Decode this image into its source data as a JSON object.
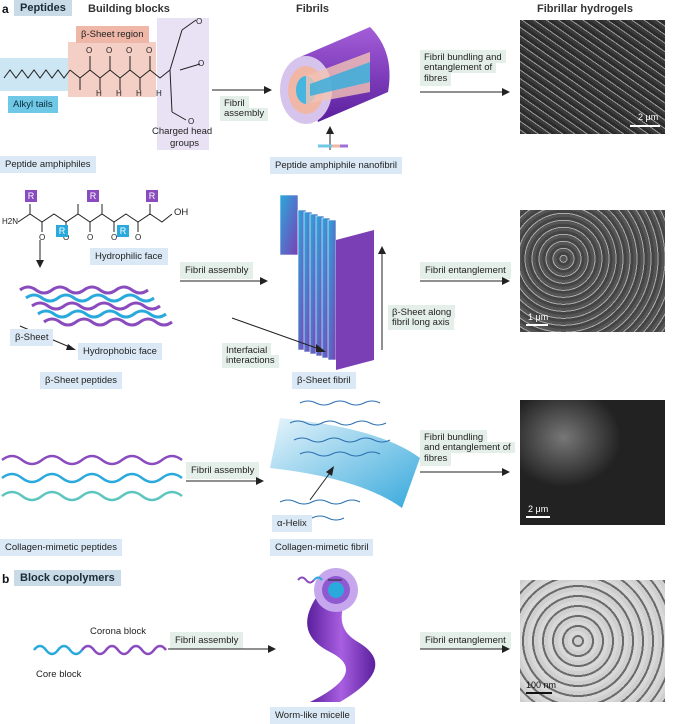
{
  "panels": {
    "a": "a",
    "b": "b"
  },
  "sections": {
    "peptides": "Peptides",
    "block_copolymers": "Block copolymers"
  },
  "headers": {
    "building_blocks": "Building blocks",
    "fibrils": "Fibrils",
    "hydrogels": "Fibrillar hydrogels"
  },
  "row1": {
    "beta_sheet_region": "β-Sheet region",
    "alkyl_tails": "Alkyl tails",
    "charged_head_line1": "Charged head",
    "charged_head_line2": "groups",
    "fibril_assembly_line1": "Fibril",
    "fibril_assembly_line2": "assembly",
    "bundling_line1": "Fibril bundling and",
    "bundling_line2": "entanglement of",
    "bundling_line3": "fibres",
    "name": "Peptide amphiphiles",
    "fibril_name": "Peptide amphiphile nanofibril",
    "scale": "2 μm"
  },
  "row2": {
    "hydrophilic": "Hydrophilic face",
    "hydrophobic": "Hydrophobic face",
    "beta_sheet": "β-Sheet",
    "fibril_assembly": "Fibril assembly",
    "interfacial_line1": "Interfacial",
    "interfacial_line2": "interactions",
    "axis_line1": "β-Sheet along",
    "axis_line2": "fibril long axis",
    "entanglement": "Fibril entanglement",
    "name": "β-Sheet peptides",
    "fibril_name": "β-Sheet fibril",
    "scale": "1 μm",
    "residue_R": "R",
    "oh": "OH",
    "h2n": "H2N"
  },
  "row3": {
    "fibril_assembly": "Fibril assembly",
    "alpha_helix": "α-Helix",
    "bundling_line1": "Fibril bundling",
    "bundling_line2": "and entanglement of",
    "bundling_line3": "fibres",
    "name": "Collagen-mimetic peptides",
    "fibril_name": "Collagen-mimetic fibril",
    "scale": "2 μm"
  },
  "row4": {
    "corona": "Corona block",
    "core": "Core block",
    "fibril_assembly": "Fibril assembly",
    "entanglement": "Fibril entanglement",
    "fibril_name": "Worm-like micelle",
    "scale": "100 nm"
  },
  "colors": {
    "purple": "#7b3fb5",
    "blue": "#29a9d6",
    "teal": "#5cc5bf",
    "salmon": "#e9a594",
    "lavender": "#e3d9f1"
  }
}
